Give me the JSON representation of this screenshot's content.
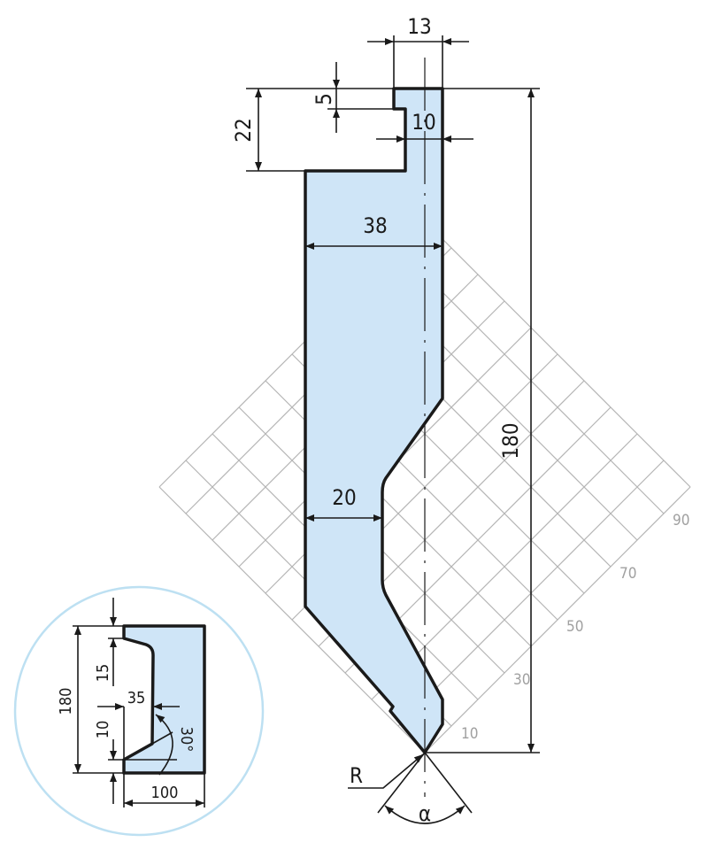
{
  "main_view": {
    "dims": {
      "top_width": "13",
      "step_height": "5",
      "neck_width": "10",
      "shoulder_height": "22",
      "body_width": "38",
      "waist_width": "20",
      "total_height": "180"
    },
    "tip_labels": {
      "radius": "R",
      "angle": "α"
    },
    "grid_labels": [
      "10",
      "30",
      "50",
      "70",
      "90"
    ]
  },
  "inset": {
    "dims": {
      "height": "180",
      "top_offset": "15",
      "depth": "35",
      "bottom_offset": "10",
      "angle": "30°",
      "width": "100"
    }
  },
  "colors": {
    "fill": "#cfe5f7",
    "circle": "#bde0f2",
    "grid": "#b5b5b5"
  }
}
